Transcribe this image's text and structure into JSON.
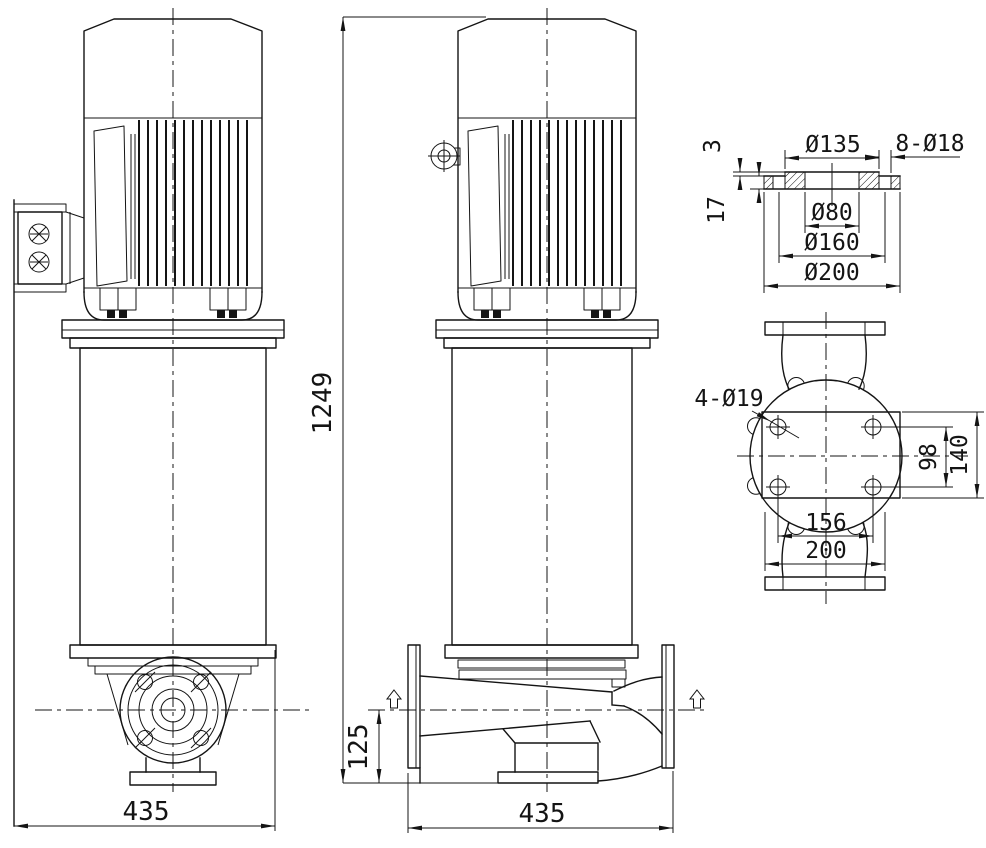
{
  "drawing": {
    "colors": {
      "background": "#ffffff",
      "line": "#141414"
    },
    "front_view": {
      "width_dim": "435"
    },
    "side_view": {
      "height_dim": "1249",
      "outlet_height_dim": "125",
      "width_dim": "435"
    },
    "flange_detail": {
      "raised_face_thickness": "3",
      "flange_thickness": "17",
      "raised_face_dia": "Ø135",
      "bolt_holes": "8-Ø18",
      "bore_dia": "Ø80",
      "bolt_circle_dia": "Ø160",
      "outer_dia": "Ø200"
    },
    "port_view": {
      "bolt_holes": "4-Ø19",
      "hole_spacing_vertical": "98",
      "pad_height": "140",
      "hole_spacing_horizontal": "156",
      "flange_width": "200"
    }
  }
}
